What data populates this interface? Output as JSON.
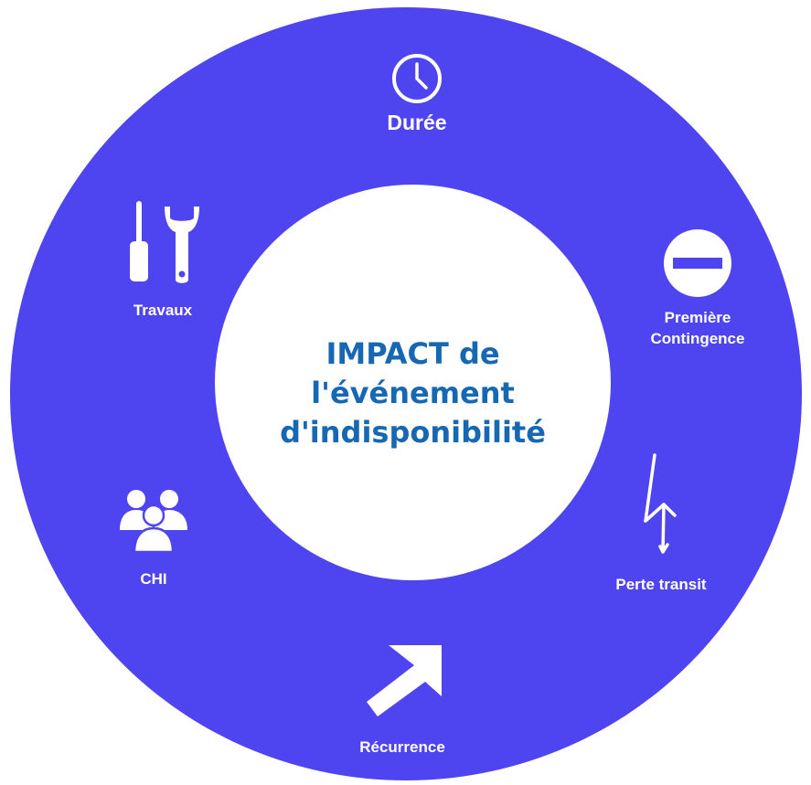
{
  "center": {
    "line1": "IMPACT de",
    "line2": "l'événement",
    "line3": "d'indisponibilité"
  },
  "factors": {
    "duree": {
      "label": "Durée",
      "icon": "clock-icon"
    },
    "premiere_contingence": {
      "label_line1": "Première",
      "label_line2": "Contingence",
      "icon": "no-entry-icon"
    },
    "perte_transit": {
      "label": "Perte transit",
      "icon": "lightning-bolt-icon"
    },
    "recurrence": {
      "label": "Récurrence",
      "icon": "arrow-up-right-icon"
    },
    "chi": {
      "label": "CHI",
      "icon": "group-of-people-icon"
    },
    "travaux": {
      "label": "Travaux",
      "icon": "screwdriver-wrench-icon"
    }
  },
  "colors": {
    "ring": "#4f45f0",
    "center_background": "#ffffff",
    "center_text": "#1768b3",
    "factor_text": "#ffffff"
  }
}
